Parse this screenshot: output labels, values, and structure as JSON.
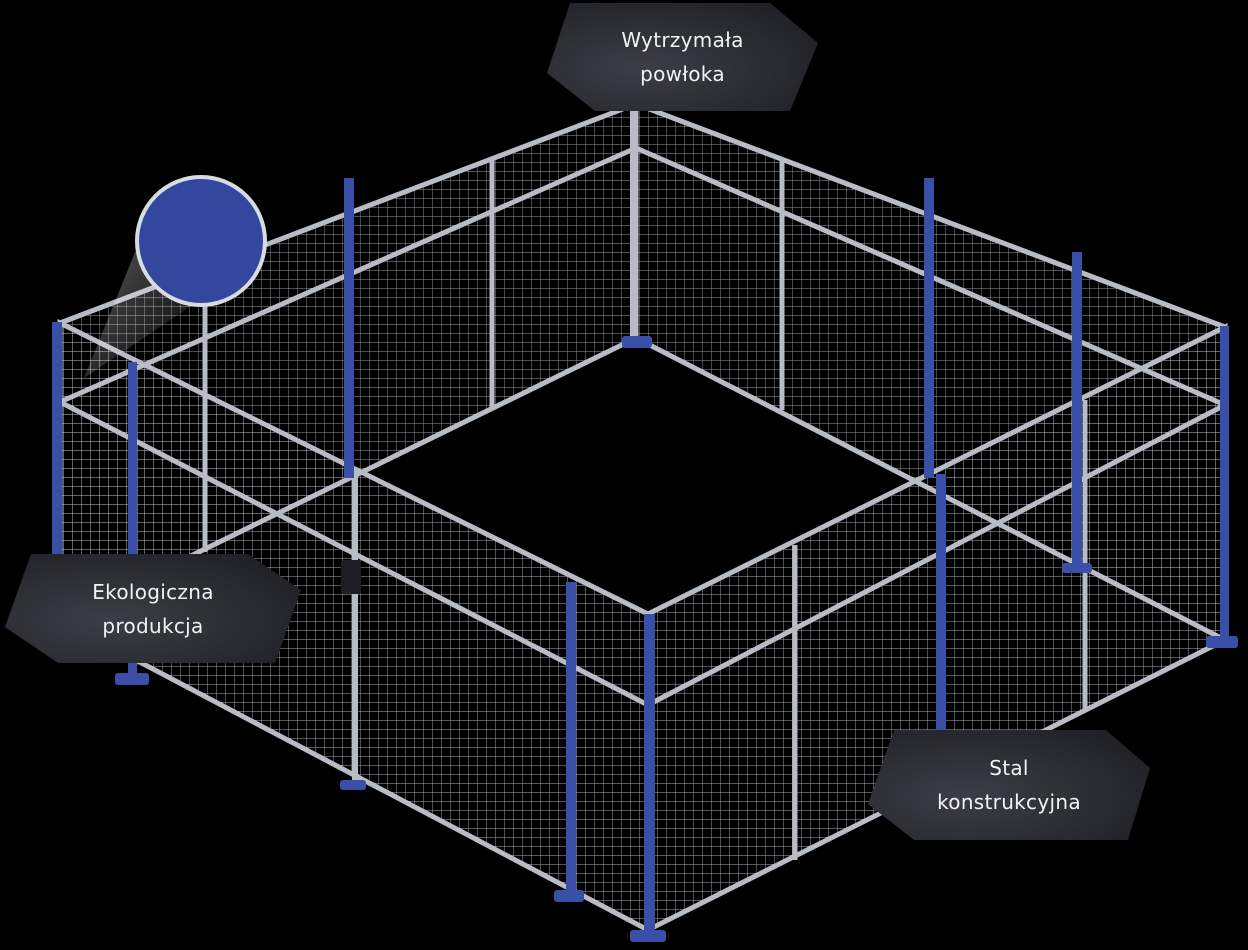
{
  "labels": {
    "top": {
      "line1": "Wytrzymała",
      "line2": "powłoka"
    },
    "left": {
      "line1": "Ekologiczna",
      "line2": "produkcja"
    },
    "right": {
      "line1": "Stal",
      "line2": "konstrukcyjna"
    }
  },
  "colors": {
    "background": "#000000",
    "mesh": "#c9ccd3",
    "frame": "#b8bcc4",
    "post_blue": "#3a4fa8",
    "swatch_blue": "#34479e",
    "label_bg": "#2a2c31"
  },
  "icons": {
    "color_swatch": "blue-color-swatch-icon",
    "lock": "gate-lock-icon"
  }
}
